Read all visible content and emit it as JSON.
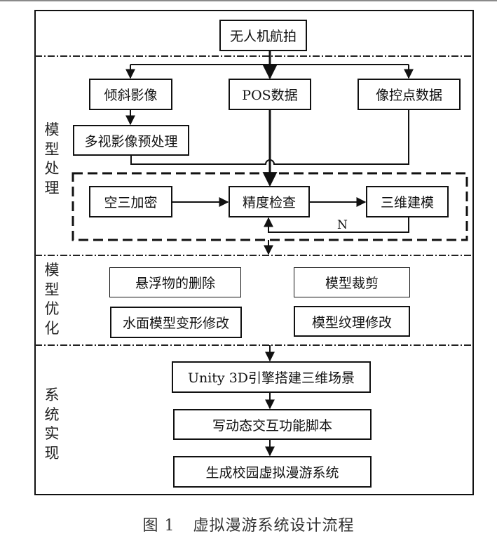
{
  "sections": [
    {
      "id": "model-processing",
      "label": "模型处理"
    },
    {
      "id": "model-optimization",
      "label": "模型优化"
    },
    {
      "id": "system-implementation",
      "label": "系统实现"
    }
  ],
  "nodes": {
    "uav": "无人机航拍",
    "oblique": "倾斜影像",
    "pos": "POS数据",
    "gcp": "像控点数据",
    "preprocess": "多视影像预处理",
    "aerotri": "空三加密",
    "accuracy": "精度检查",
    "modeling": "三维建模",
    "float_remove": "悬浮物的删除",
    "model_crop": "模型裁剪",
    "water_fix": "水面模型变形修改",
    "texture_fix": "模型纹理修改",
    "unity": "Unity 3D引擎搭建三维场景",
    "script": "写动态交互功能脚本",
    "generate": "生成校园虚拟漫游系统"
  },
  "edges": [
    {
      "from": "uav",
      "to": "oblique"
    },
    {
      "from": "uav",
      "to": "pos"
    },
    {
      "from": "uav",
      "to": "gcp"
    },
    {
      "from": "oblique",
      "to": "preprocess"
    },
    {
      "from": "preprocess",
      "to": "accuracy"
    },
    {
      "from": "pos",
      "to": "accuracy"
    },
    {
      "from": "gcp",
      "to": "accuracy"
    },
    {
      "from": "aerotri",
      "to": "accuracy"
    },
    {
      "from": "accuracy",
      "to": "modeling"
    },
    {
      "from": "modeling",
      "to": "accuracy",
      "label": "N"
    },
    {
      "from": "model-processing",
      "to": "model-optimization"
    },
    {
      "from": "model-optimization",
      "to": "unity"
    },
    {
      "from": "unity",
      "to": "script"
    },
    {
      "from": "script",
      "to": "generate"
    }
  ],
  "feedback_label": "N",
  "caption": {
    "number": "图 1",
    "title": "虚拟漫游系统设计流程"
  }
}
